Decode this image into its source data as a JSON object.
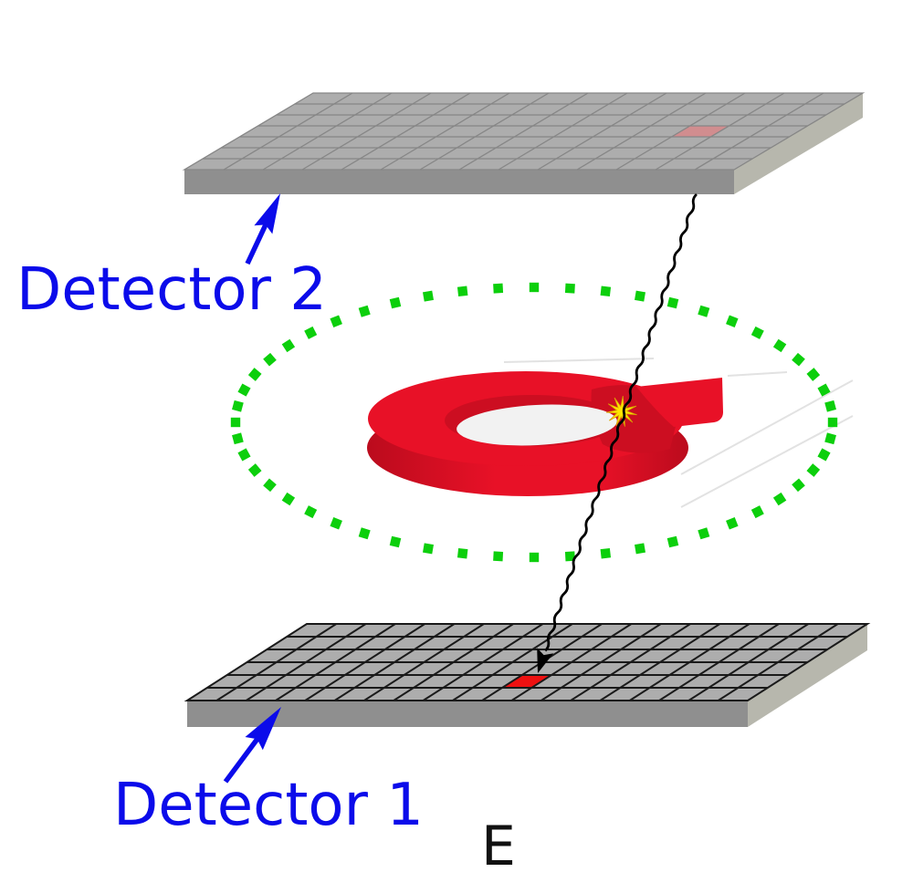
{
  "figure": {
    "panel_label": "E",
    "labels": {
      "detector2": "Detector 2",
      "detector1": "Detector 1"
    },
    "colors": {
      "background": "#ffffff",
      "label_blue": "#0b0bea",
      "panel_label_black": "#111111",
      "plate_top": "#adadad",
      "plate_front": "#8f8f8f",
      "plate_side": "#b7b7ad",
      "grid_gray": "#868686",
      "grid_black": "#1a1a1a",
      "hit_cell_pink": "#d18d8f",
      "hit_cell_red": "#ee1111",
      "ring_red": "#e81127",
      "ring_dark": "#bb0b1d",
      "ring_mid_dark": "#cc0e21",
      "ring_hole": "#f2f2f2",
      "dot_green": "#0ccf0c",
      "photon_black": "#000000",
      "star_yellow": "#ffe400",
      "star_edge": "#d9a400",
      "streak_gray": "#e2e2e2"
    }
  }
}
